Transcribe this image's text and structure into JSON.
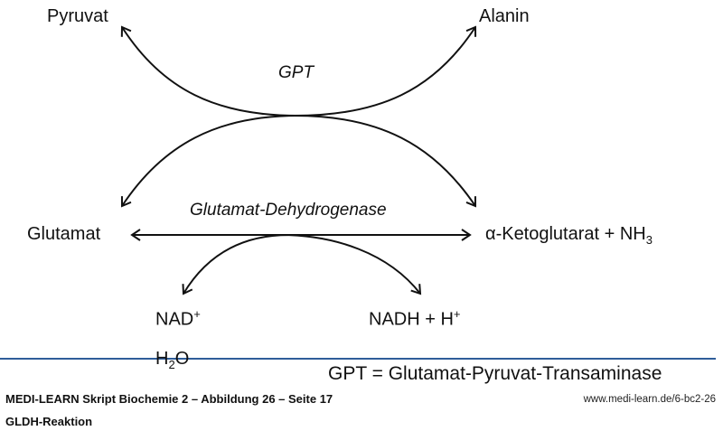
{
  "labels": {
    "pyruvat": "Pyruvat",
    "alanin": "Alanin",
    "gpt": "GPT",
    "glutamat": "Glutamat",
    "gldh": "Glutamat-Dehydrogenase",
    "ketoglutarat": "α-Ketoglutarat + NH",
    "nh3_sub": "3",
    "nad": "NAD",
    "nad_sup": "+",
    "nadh": "NADH + H",
    "h_sup": "+",
    "h2o_h": "H",
    "h2o_sub": "2",
    "h2o_o": "O",
    "gpt_def": "GPT = Glutamat-Pyruvat-Transaminase"
  },
  "footer": {
    "caption": "MEDI-LEARN Skript Biochemie 2 – Abbildung 26 – Seite 17",
    "url": "www.medi-learn.de/6-bc2-26",
    "title": "GLDH-Reaktion"
  },
  "colors": {
    "rule": "#2f5d9a"
  }
}
